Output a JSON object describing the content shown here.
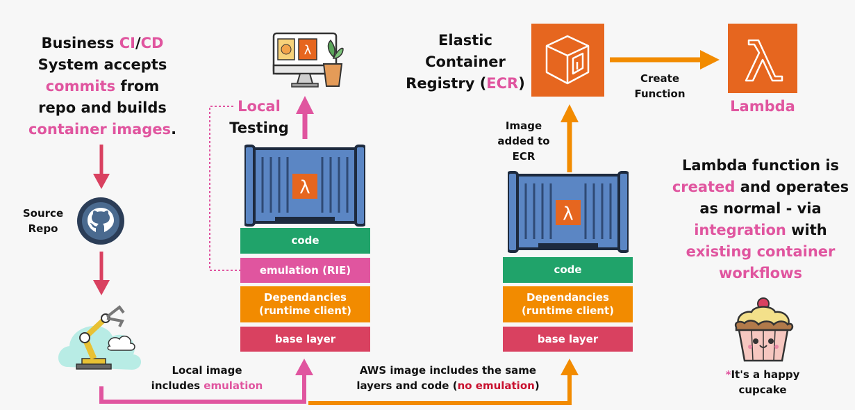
{
  "left": {
    "ci_text": {
      "business": "Business",
      "ci": "CI",
      "slash": "/",
      "cd": "CD",
      "line2": "System accepts",
      "commits": "commits",
      "from": "from",
      "line4": "repo and builds",
      "container_images": "container images",
      "period": "."
    },
    "source_repo_line1": "Source",
    "source_repo_line2": "Repo"
  },
  "local": {
    "local_word": "Local",
    "testing_word": "Testing",
    "layers": {
      "code": "code",
      "emulation": "emulation (RIE)",
      "dep1": "Dependancies",
      "dep2": "(runtime client)",
      "base": "base layer"
    }
  },
  "aws": {
    "ecr_line1": "Elastic",
    "ecr_line2": "Container",
    "ecr_line3": "Registry (",
    "ecr_abbr": "ECR",
    "ecr_close": ")",
    "image_added_1": "Image",
    "image_added_2": "added to",
    "image_added_3": "ECR",
    "create_1": "Create",
    "create_2": "Function",
    "lambda_label": "Lambda",
    "layers": {
      "code": "code",
      "dep1": "Dependancies",
      "dep2": "(runtime client)",
      "base": "base layer"
    }
  },
  "bottom": {
    "local_img_1": "Local image",
    "local_img_2": "includes",
    "local_img_emu": "emulation",
    "aws_img_1": "AWS image includes the same",
    "aws_img_2": "layers and code (",
    "aws_img_noemu": "no emulation",
    "aws_img_close": ")"
  },
  "right": {
    "l1": "Lambda function is",
    "created": "created",
    "l2rest": "and operates",
    "l3": "as normal - via",
    "integration": "integration",
    "with": "with",
    "existing": "existing container",
    "workflows": "workflows",
    "star": "*",
    "cup1": "It's a happy",
    "cup2": "cupcake"
  },
  "colors": {
    "pink": "#e0559f",
    "orange": "#f28b00",
    "green": "#20a36a",
    "aws_orange": "#e6661f",
    "container_blue": "#5b86c4"
  }
}
